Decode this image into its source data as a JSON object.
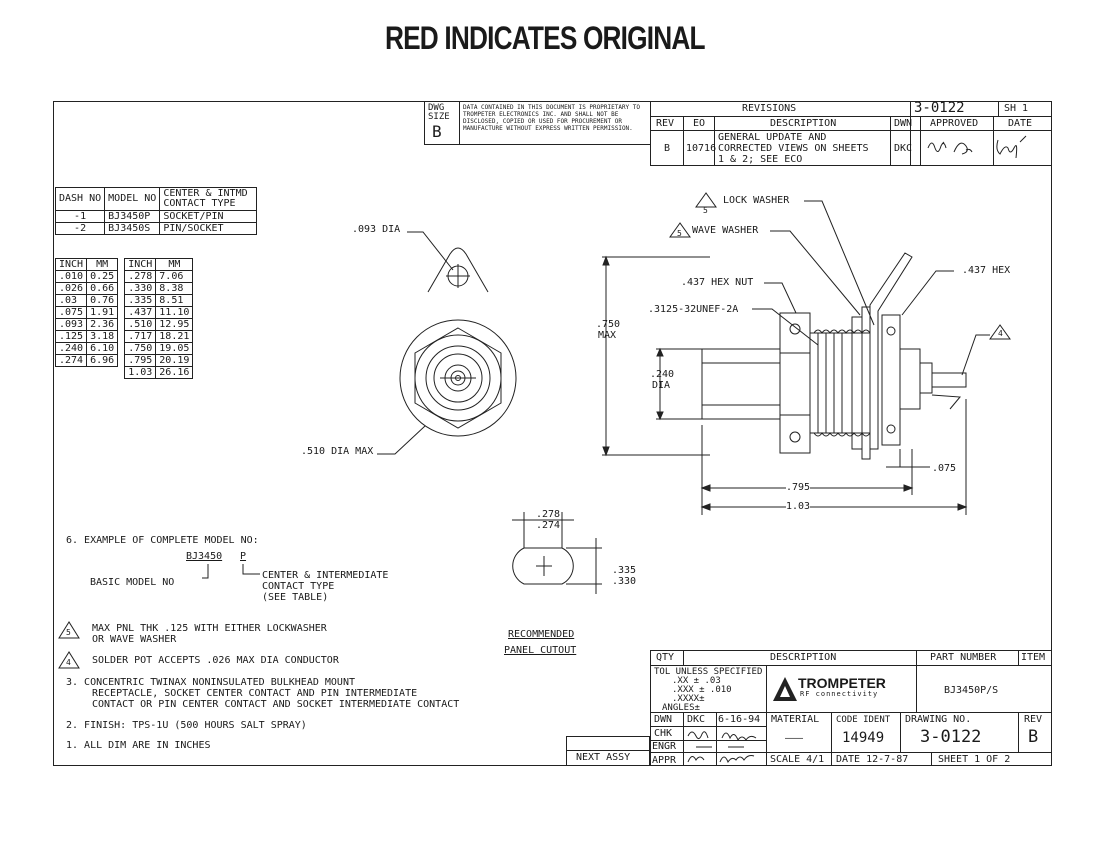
{
  "header": {
    "title": "RED INDICATES ORIGINAL"
  },
  "dwg": {
    "size_label": "DWG\nSIZE",
    "size": "B",
    "proprietary": "DATA CONTAINED IN THIS DOCUMENT IS PROPRIETARY TO TROMPETER ELECTRONICS INC. AND SHALL NOT BE DISCLOSED, COPIED OR USED FOR PROCUREMENT OR MANUFACTURE WITHOUT EXPRESS WRITTEN PERMISSION."
  },
  "revisions": {
    "title": "REVISIONS",
    "drawing_no": "3-0122",
    "sheet": "SH 1",
    "headers": [
      "REV",
      "EO",
      "DESCRIPTION",
      "DWN",
      "APPROVED",
      "DATE"
    ],
    "row": {
      "rev": "B",
      "eo": "10716",
      "desc1": "GENERAL UPDATE AND",
      "desc2": "CORRECTED VIEWS ON SHEETS",
      "desc3": "1 & 2; SEE ECO",
      "dwn": "DKC"
    }
  },
  "dash_table": {
    "headers": [
      "DASH NO",
      "MODEL NO",
      "CENTER & INTMD CONTACT TYPE"
    ],
    "rows": [
      [
        "-1",
        "BJ3450P",
        "SOCKET/PIN"
      ],
      [
        "-2",
        "BJ3450S",
        "PIN/SOCKET"
      ]
    ]
  },
  "conv_table": {
    "headers": [
      "INCH",
      "MM",
      "INCH",
      "MM"
    ],
    "rows": [
      [
        ".010",
        "0.25",
        ".278",
        "7.06"
      ],
      [
        ".026",
        "0.66",
        ".330",
        "8.38"
      ],
      [
        ".03",
        "0.76",
        ".335",
        "8.51"
      ],
      [
        ".075",
        "1.91",
        ".437",
        "11.10"
      ],
      [
        ".093",
        "2.36",
        ".510",
        "12.95"
      ],
      [
        ".125",
        "3.18",
        ".717",
        "18.21"
      ],
      [
        ".240",
        "6.10",
        ".750",
        "19.05"
      ],
      [
        ".274",
        "6.96",
        ".795",
        "20.19"
      ],
      [
        "",
        "",
        "1.03",
        "26.16"
      ]
    ]
  },
  "drawing": {
    "dia093": ".093 DIA",
    "dia510": ".510 DIA MAX",
    "lock_washer": "LOCK WASHER",
    "wave_washer": "WAVE WASHER",
    "hex_nut": ".437 HEX NUT",
    "thread": ".3125-32UNEF-2A",
    "hex437": ".437 HEX",
    "max750a": ".750",
    "max750b": "MAX",
    "dia240a": ".240",
    "dia240b": "DIA",
    "d075": ".075",
    "d795": ".795",
    "d103": "1.03",
    "flag5": "5",
    "flag4": "4",
    "cut278": ".278",
    "cut274": ".274",
    "cut335": ".335",
    "cut330": ".330",
    "cutout1": "RECOMMENDED",
    "cutout2": "PANEL CUTOUT"
  },
  "notes": {
    "n6": "6.  EXAMPLE OF COMPLETE MODEL NO:",
    "model": "BJ3450",
    "suffix": "P",
    "basic": "BASIC MODEL NO",
    "center1": "CENTER & INTERMEDIATE",
    "center2": "CONTACT TYPE",
    "center3": "(SEE TABLE)",
    "n5a": "MAX PNL THK .125 WITH EITHER LOCKWASHER",
    "n5b": "OR WAVE WASHER",
    "n4": "SOLDER POT ACCEPTS .026 MAX DIA CONDUCTOR",
    "n3a": "3.  CONCENTRIC TWINAX NONINSULATED BULKHEAD MOUNT",
    "n3b": "RECEPTACLE, SOCKET CENTER CONTACT AND PIN INTERMEDIATE",
    "n3c": "CONTACT OR PIN CENTER CONTACT AND SOCKET INTERMEDIATE CONTACT",
    "n2": "2.  FINISH: TPS-1U  (500 HOURS SALT SPRAY)",
    "n1": "1.  ALL DIM ARE IN INCHES",
    "next_assy": "NEXT ASSY"
  },
  "title_block": {
    "qty": "QTY",
    "description": "DESCRIPTION",
    "part_number_label": "PART NUMBER",
    "item": "ITEM",
    "tol1": "TOL UNLESS SPECIFIED",
    "tol2": ".XX  ± .03",
    "tol3": ".XXX ± .010",
    "tol4": ".XXXX±",
    "tol5": "ANGLES±",
    "logo_name": "TROMPETER",
    "logo_sub": "RF connectivity",
    "part_number": "BJ3450P/S",
    "dwn_label": "DWN",
    "dwn": "DKC",
    "dwn_date": "6-16-94",
    "chk_label": "CHK",
    "engr_label": "ENGR",
    "appr_label": "APPR",
    "material_label": "MATERIAL",
    "material": "———",
    "code_ident_label": "CODE IDENT",
    "code_ident": "14949",
    "drawing_no_label": "DRAWING NO.",
    "drawing_no": "3-0122",
    "rev_label": "REV",
    "rev": "B",
    "scale": "SCALE 4/1",
    "date": "DATE 12-7-87",
    "sheet": "SHEET 1 OF 2"
  }
}
